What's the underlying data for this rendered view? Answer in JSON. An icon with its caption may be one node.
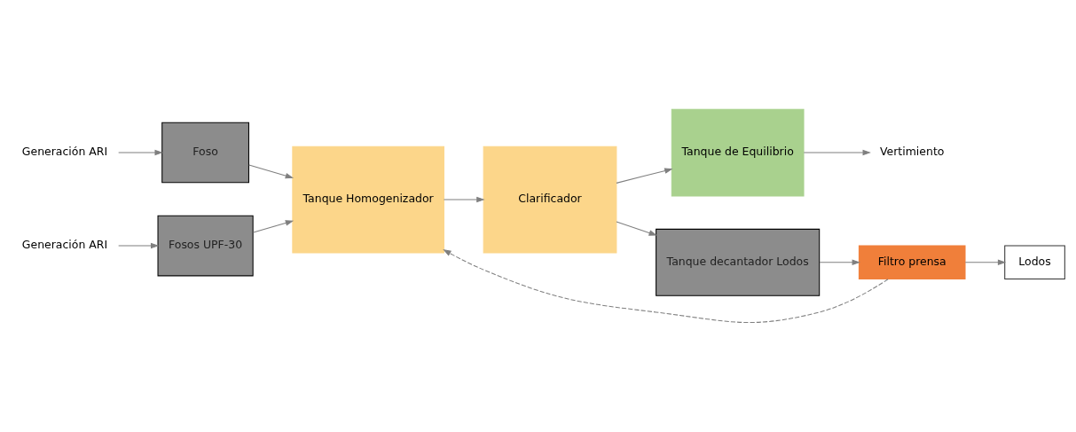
{
  "diagram": {
    "nodes": [
      {
        "text": [
          "Generación ARI"
        ]
      },
      {
        "text": [
          "Generación ARI"
        ]
      },
      {
        "text": [
          "Foso"
        ]
      },
      {
        "text": [
          "Fosos UPF-30"
        ]
      },
      {
        "text": [
          "Tanque Homogenizador"
        ]
      },
      {
        "text": [
          "Clarificador"
        ]
      },
      {
        "text": [
          "Tanque de Equilibrio"
        ]
      },
      {
        "text": [
          "Vertimiento"
        ]
      },
      {
        "text": [
          "Tanque decantador Lodos"
        ]
      },
      {
        "text": [
          "Filtro prensa"
        ]
      },
      {
        "text": [
          "Lodos"
        ]
      }
    ],
    "edges": [
      {
        "from": 0,
        "to": 2,
        "arrow": "to"
      },
      {
        "from": 1,
        "to": 3,
        "arrow": "to"
      },
      {
        "from": 2,
        "to": 4,
        "arrow": "to"
      },
      {
        "from": 3,
        "to": 4,
        "arrow": "to"
      },
      {
        "from": 4,
        "to": 5,
        "arrow": "to"
      },
      {
        "from": 5,
        "to": 6,
        "arrow": "to"
      },
      {
        "from": 6,
        "to": 7,
        "arrow": "to"
      },
      {
        "from": 5,
        "to": 8,
        "arrow": "to"
      },
      {
        "from": 8,
        "to": 9,
        "arrow": "to"
      },
      {
        "from": 9,
        "to": 10,
        "arrow": "to"
      },
      {
        "from": 9,
        "to": 4,
        "arrow": "to",
        "style": "dashed"
      }
    ]
  }
}
